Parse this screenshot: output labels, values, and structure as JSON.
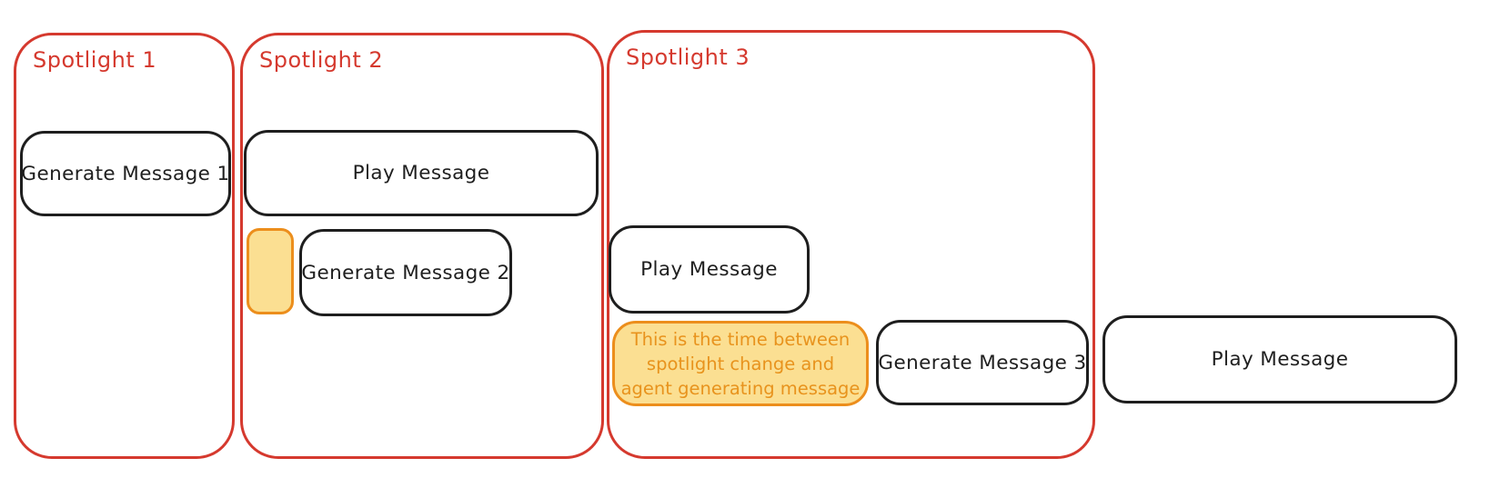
{
  "diagram": {
    "kind": "spotlight-message-timeline",
    "colors": {
      "spotlight_stroke": "#d5392e",
      "box_stroke": "#1e1e1e",
      "highlight_fill": "#fbdf92",
      "highlight_stroke": "#ec8e1c",
      "highlight_text": "#e8931d",
      "background": "#ffffff"
    },
    "spotlights": [
      {
        "label": "Spotlight 1"
      },
      {
        "label": "Spotlight 2"
      },
      {
        "label": "Spotlight 3"
      }
    ],
    "boxes": {
      "generate_message_1": "Generate Message 1",
      "play_message_spotlight_2": "Play Message",
      "generate_message_2": "Generate Message 2",
      "play_message_spotlight_3": "Play Message",
      "generate_message_3": "Generate Message 3",
      "play_message_outside": "Play Message"
    },
    "note": {
      "lines": [
        "This is the time between",
        "spotlight change and",
        "agent generating message"
      ]
    }
  }
}
